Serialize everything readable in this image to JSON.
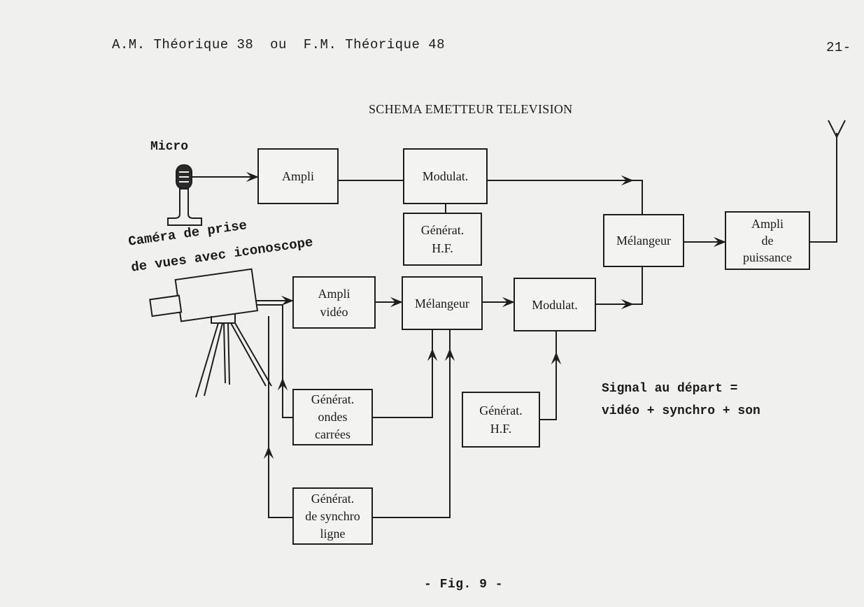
{
  "header": {
    "left": "A.M. Théorique 38  ou  F.M. Théorique 48",
    "page_number": "21-"
  },
  "diagram": {
    "title": "SCHEMA EMETTEUR TELEVISION",
    "labels": {
      "micro": "Micro",
      "camera_line1": "Caméra de prise",
      "camera_line2": "de vues avec iconoscope",
      "signal_line1": "Signal au départ =",
      "signal_line2": "vidéo + synchro + son"
    },
    "boxes": {
      "ampli": [
        "Ampli"
      ],
      "modulat_top": [
        "Modulat."
      ],
      "generat_hf_top": [
        "Générat.",
        "H.F."
      ],
      "melangeur_right": [
        "Mélangeur"
      ],
      "ampli_puissance": [
        "Ampli",
        "de",
        "puissance"
      ],
      "ampli_video": [
        "Ampli",
        "vidéo"
      ],
      "melangeur_mid": [
        "Mélangeur"
      ],
      "modulat_mid": [
        "Modulat."
      ],
      "generat_ondes": [
        "Générat.",
        "ondes",
        "carrées"
      ],
      "generat_hf_bottom": [
        "Générat.",
        "H.F."
      ],
      "generat_synchro": [
        "Générat.",
        "de synchro",
        "ligne"
      ]
    }
  },
  "caption": "- Fig. 9 -"
}
